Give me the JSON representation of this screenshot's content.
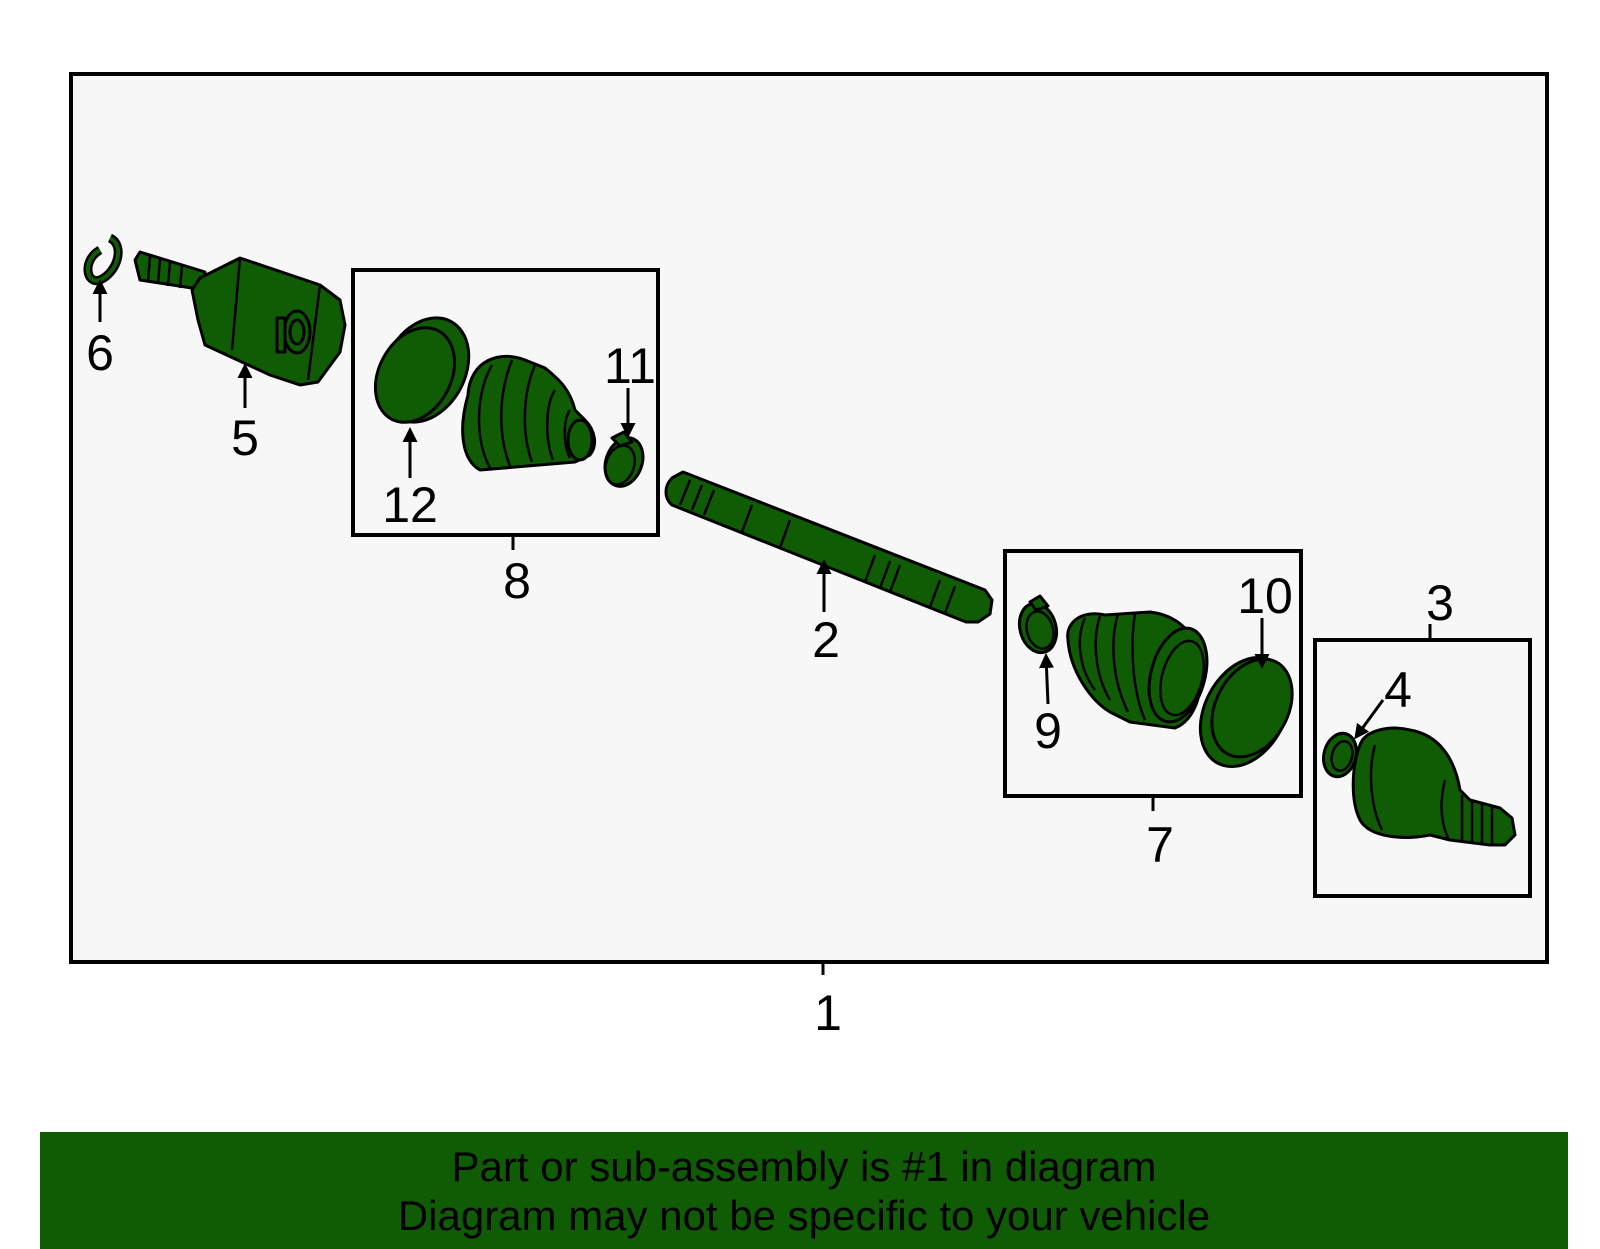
{
  "callouts": {
    "c1": "1",
    "c2": "2",
    "c3": "3",
    "c4": "4",
    "c5": "5",
    "c6": "6",
    "c7": "7",
    "c8": "8",
    "c9": "9",
    "c10": "10",
    "c11": "11",
    "c12": "12"
  },
  "notice": {
    "line1": "Part or sub-assembly is #1 in diagram",
    "line2": "Diagram may not be specific to your vehicle"
  },
  "colors": {
    "part_fill": "#0f5c05",
    "background_panel": "#f7f7f7",
    "outline": "#000000",
    "notice_bar": "#0f5c05"
  }
}
